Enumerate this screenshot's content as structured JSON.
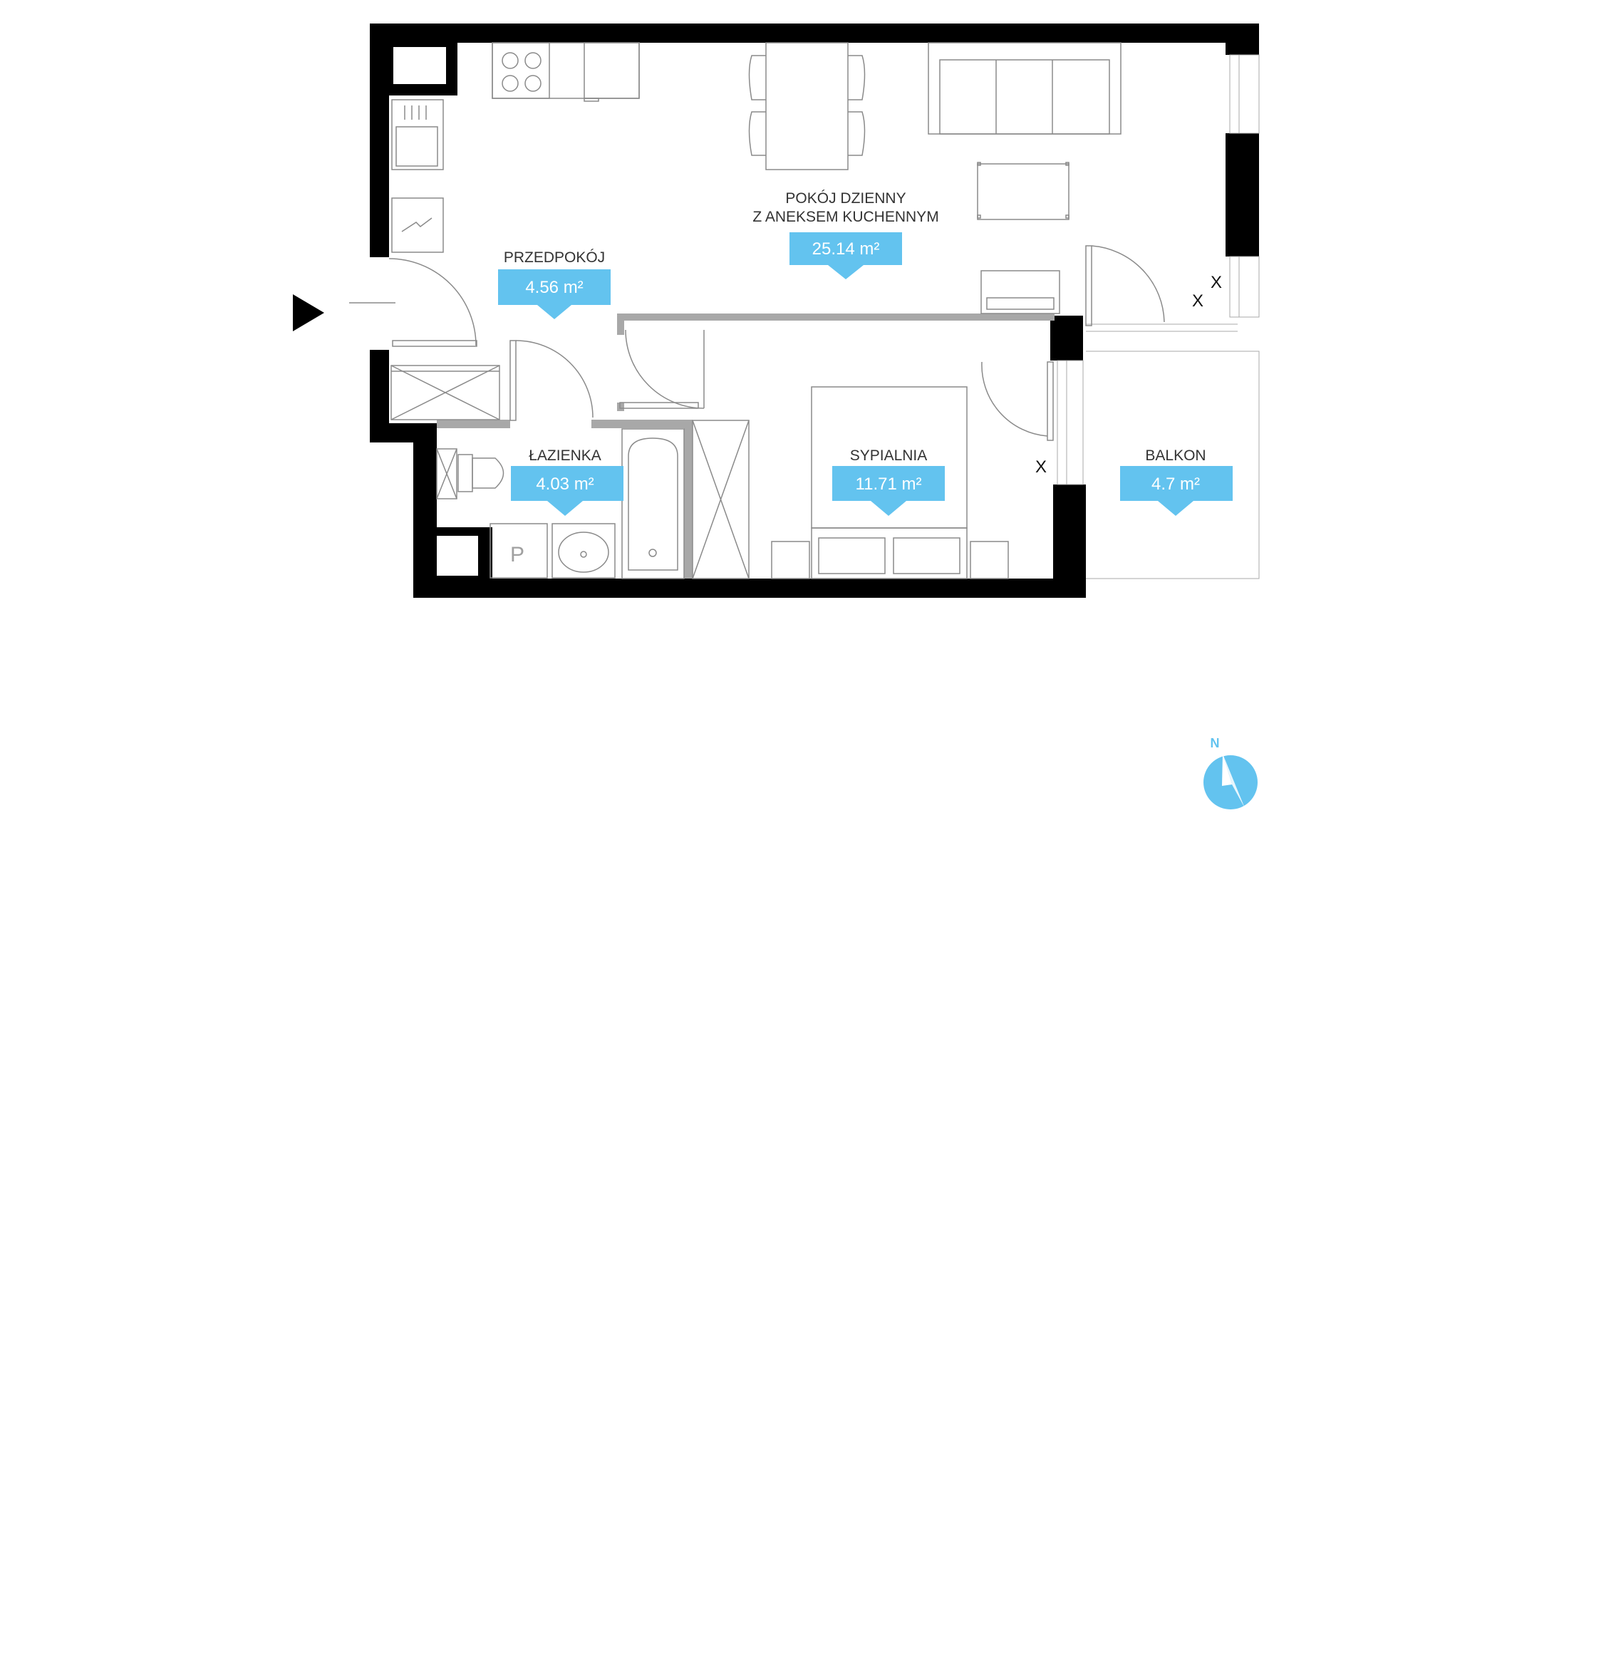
{
  "rooms": {
    "living": {
      "name_line1": "POKÓJ DZIENNY",
      "name_line2": "Z ANEKSEM KUCHENNYM",
      "area": "25.14 m²"
    },
    "hall": {
      "name": "PRZEDPOKÓJ",
      "area": "4.56 m²"
    },
    "bath": {
      "name": "ŁAZIENKA",
      "area": "4.03 m²"
    },
    "bedroom": {
      "name": "SYPIALNIA",
      "area": "11.71 m²"
    },
    "balcony": {
      "name": "BALKON",
      "area": "4.7 m²"
    }
  },
  "marks": {
    "x": "X",
    "washer": "P"
  },
  "compass": {
    "north": "N"
  },
  "icons": {
    "entrance": "entrance-arrow-icon",
    "compass": "compass-icon"
  },
  "colors": {
    "accent": "#63C3EF",
    "wall": "#000000",
    "partition": "#A8A8A8",
    "furniture": "#8A8A8A"
  }
}
